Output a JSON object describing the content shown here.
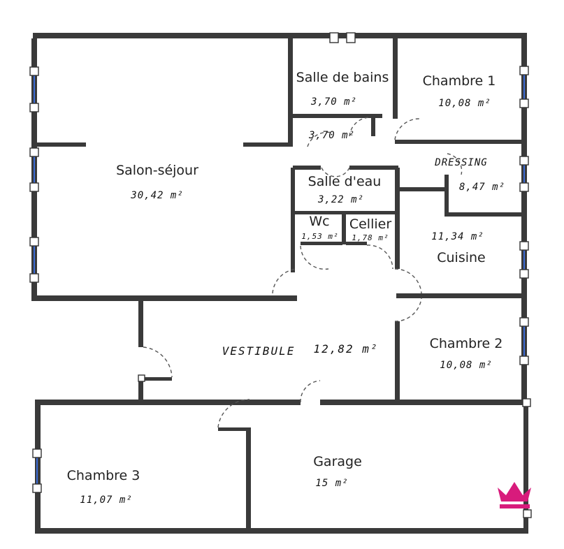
{
  "rooms": {
    "salon": {
      "name": "Salon-séjour",
      "area": "30,42 m²"
    },
    "salle_de_bains": {
      "name": "Salle de bains",
      "area": "3,70 m²"
    },
    "chambre1": {
      "name": "Chambre 1",
      "area": "10,08 m²"
    },
    "degagement": {
      "area": "3,70 m²"
    },
    "dressing": {
      "name": "DRESSING",
      "area": "8,47 m²"
    },
    "salle_d_eau": {
      "name": "Salle d'eau",
      "area": "3,22 m²"
    },
    "wc": {
      "name": "Wc",
      "area": "1,53 m²"
    },
    "cellier": {
      "name": "Cellier",
      "area": "1,78 m²"
    },
    "cuisine": {
      "name": "Cuisine",
      "area": "11,34 m²"
    },
    "vestibule": {
      "name": "VESTIBULE",
      "area": "12,82 m²"
    },
    "chambre2": {
      "name": "Chambre 2",
      "area": "10,08 m²"
    },
    "chambre3": {
      "name": "Chambre 3",
      "area": "11,07 m²"
    },
    "garage": {
      "name": "Garage",
      "area": "15 m²"
    }
  },
  "logo": {
    "icon": "crown-icon",
    "color": "#d81b7c"
  }
}
